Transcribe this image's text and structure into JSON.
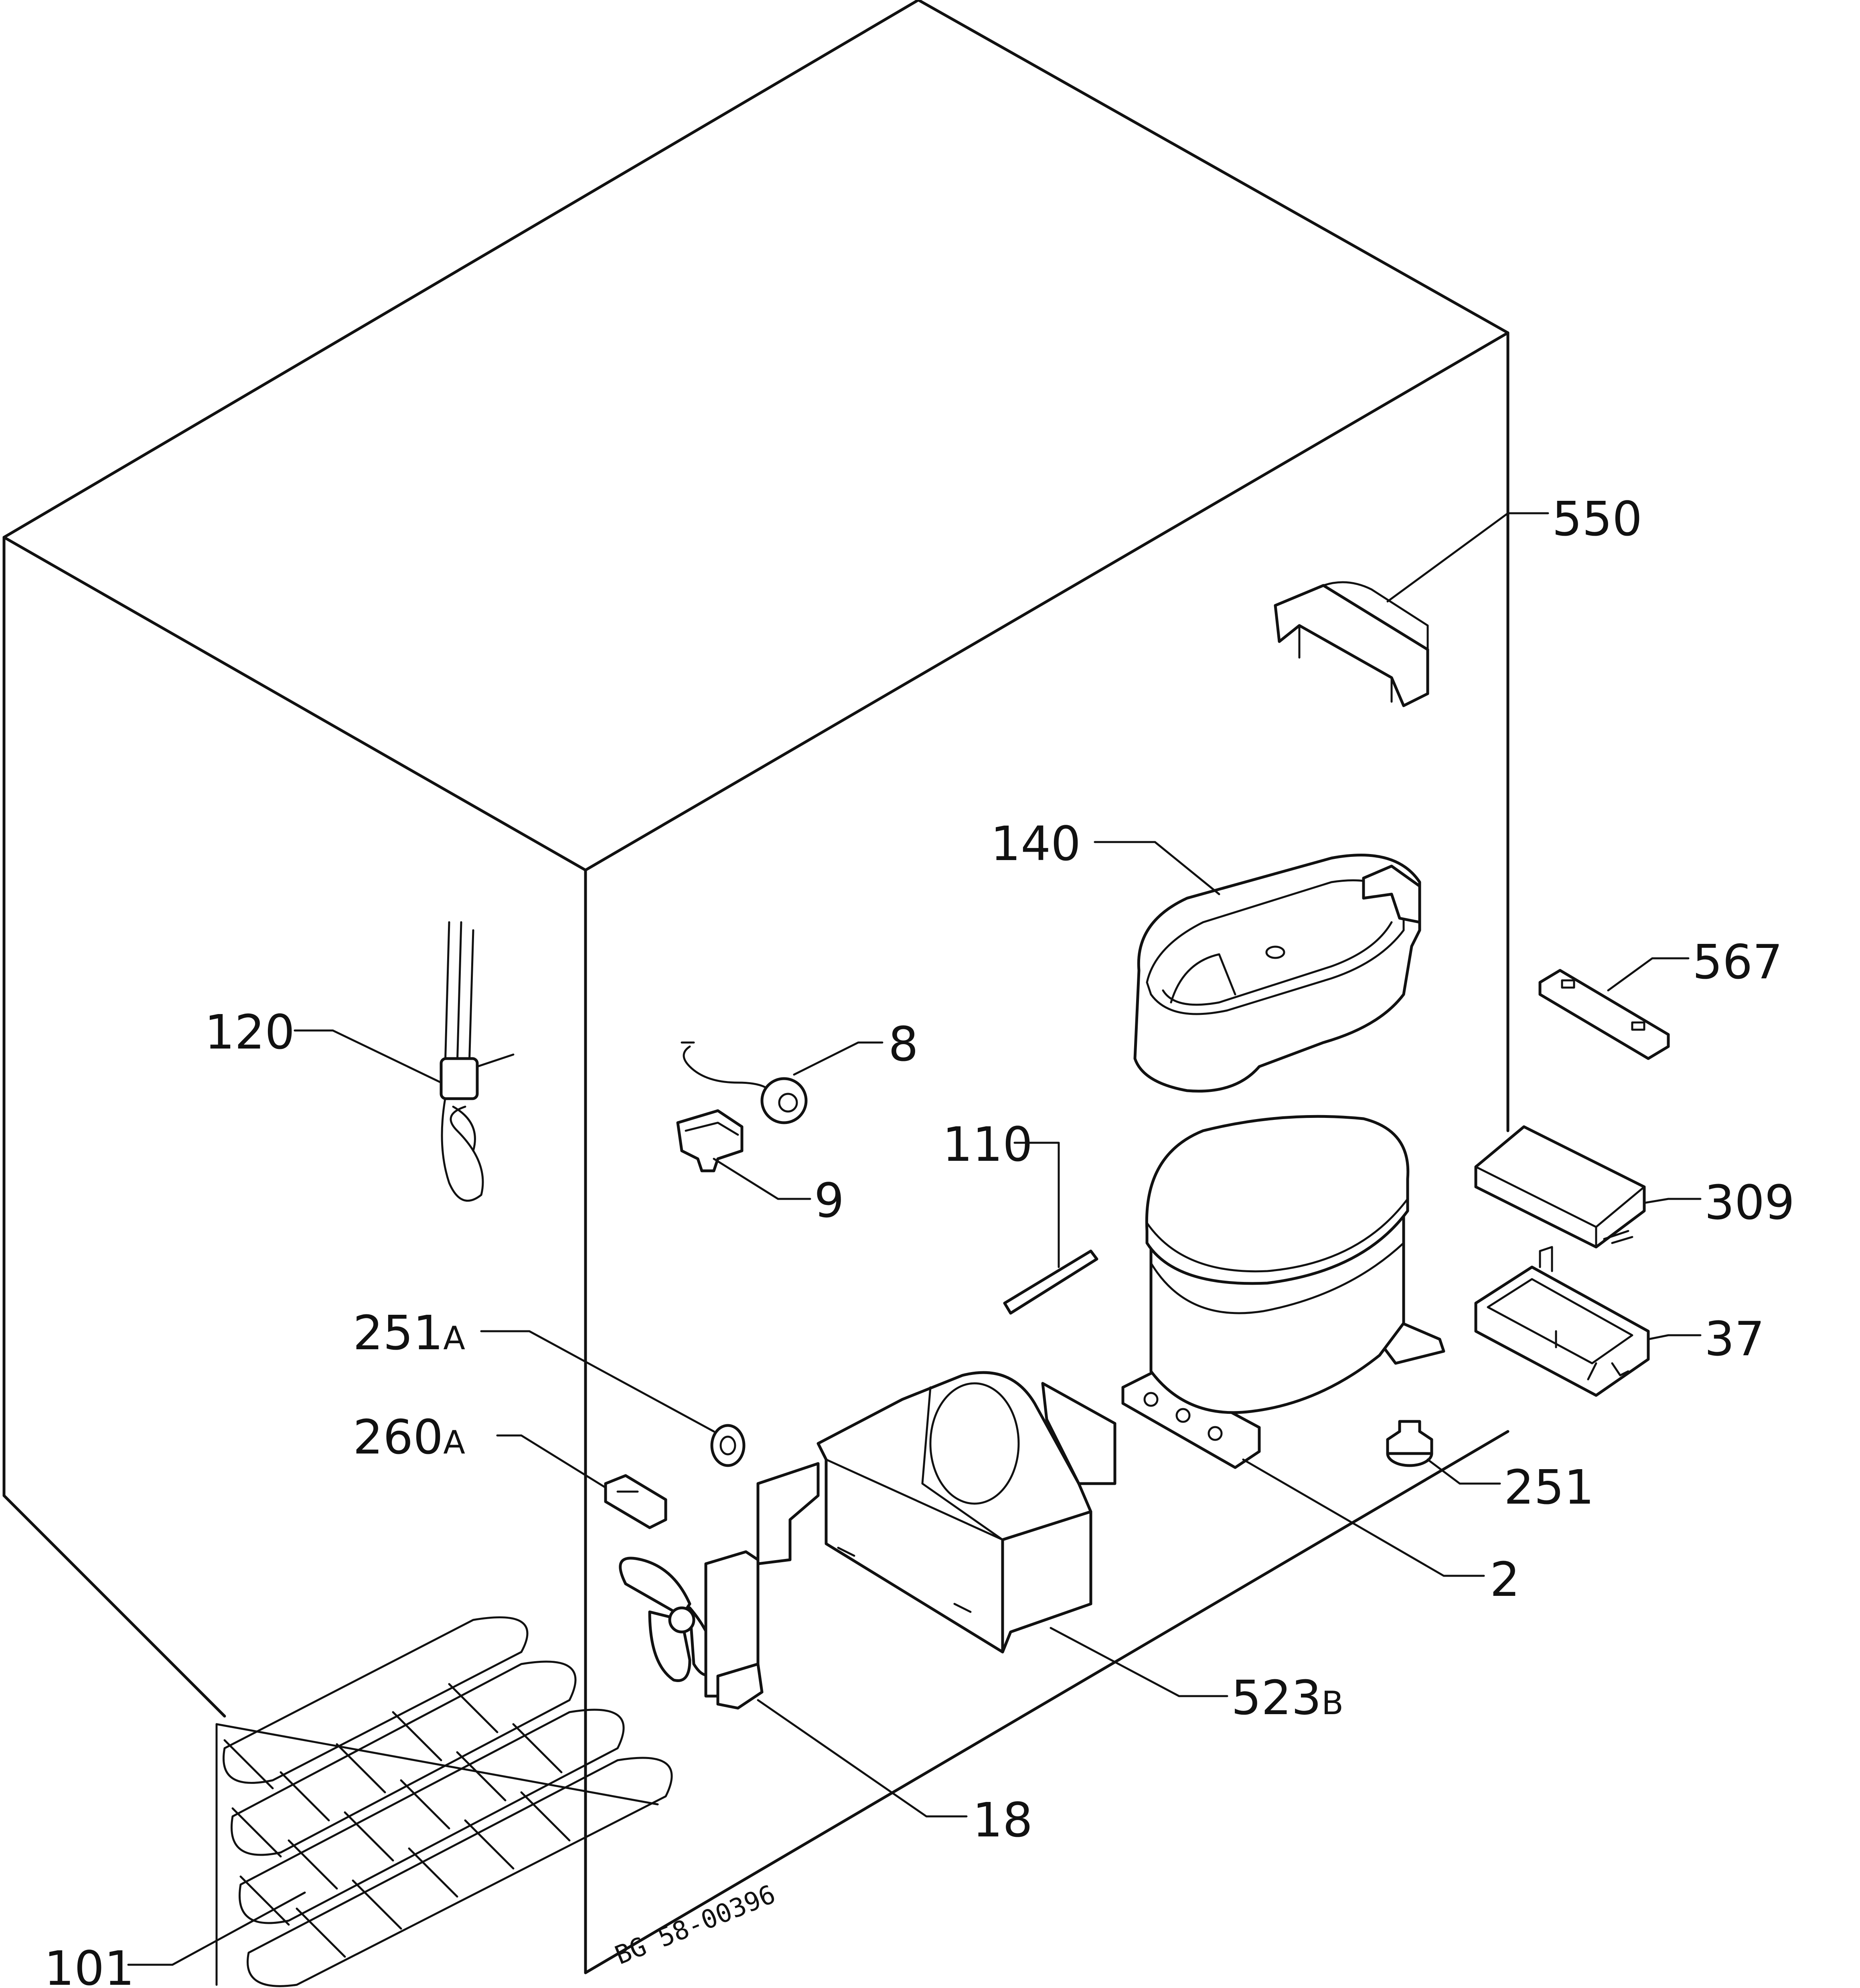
{
  "drawing_code": "BG 58-00396",
  "labels": {
    "p550": "550",
    "p140": "140",
    "p567": "567",
    "p120": "120",
    "p8": "8",
    "p9": "9",
    "p110": "110",
    "p309": "309",
    "p251a": {
      "num": "251",
      "suffix": "A"
    },
    "p37": "37",
    "p260a": {
      "num": "260",
      "suffix": "A"
    },
    "p251": "251",
    "p2": "2",
    "p523b": {
      "num": "523",
      "suffix": "B"
    },
    "p18": "18",
    "p101": "101"
  },
  "colors": {
    "ink": "#111111",
    "paper": "#ffffff"
  }
}
